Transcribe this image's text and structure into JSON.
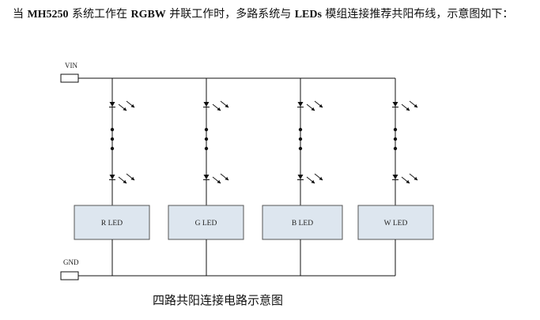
{
  "intro": {
    "p1": "当 ",
    "e1": "MH5250",
    "p2": " 系统工作在 ",
    "e2": "RGBW",
    "p3": " 并联工作时，多路系统与 ",
    "e3": "LEDs",
    "p4": " 模组连接推荐共阳布线，示意图如下："
  },
  "diagram": {
    "vin_label": "VIN",
    "gnd_label": "GND",
    "modules": [
      {
        "label": "R LED"
      },
      {
        "label": "G LED"
      },
      {
        "label": "B LED"
      },
      {
        "label": "W LED"
      }
    ]
  },
  "caption": "四路共阳连接电路示意图"
}
